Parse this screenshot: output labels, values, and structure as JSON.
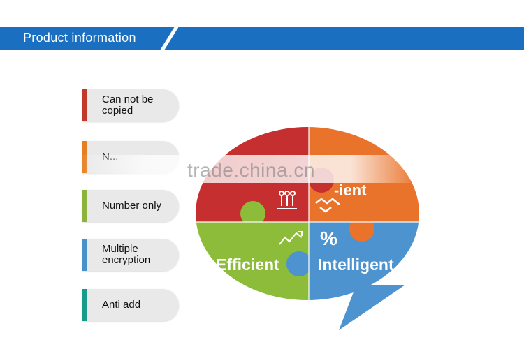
{
  "header": {
    "title": "Product information",
    "color": "#1a6fc0"
  },
  "features": [
    {
      "label": "Can not be copied",
      "color": "#c0392b"
    },
    {
      "label": "N...",
      "color": "#e67e22"
    },
    {
      "label": "Number only",
      "color": "#8db43a"
    },
    {
      "label": "Multiple encryption",
      "color": "#4a90c9"
    },
    {
      "label": "Anti add",
      "color": "#1a9a8a"
    }
  ],
  "puzzle": {
    "pieces": [
      {
        "name": "red",
        "color": "#c62f2f"
      },
      {
        "name": "orange",
        "color": "#e9732b"
      },
      {
        "name": "green",
        "color": "#8dbb3a"
      },
      {
        "name": "blue",
        "color": "#4d93cf"
      }
    ],
    "labels": {
      "top_right": "-ient",
      "bottom_left": "Efficient",
      "bottom_right_symbol": "%",
      "bottom_right": "Intelligent"
    },
    "icons": [
      "people-icon",
      "handshake-icon",
      "trend-icon"
    ]
  },
  "watermark": "trade.china.cn"
}
